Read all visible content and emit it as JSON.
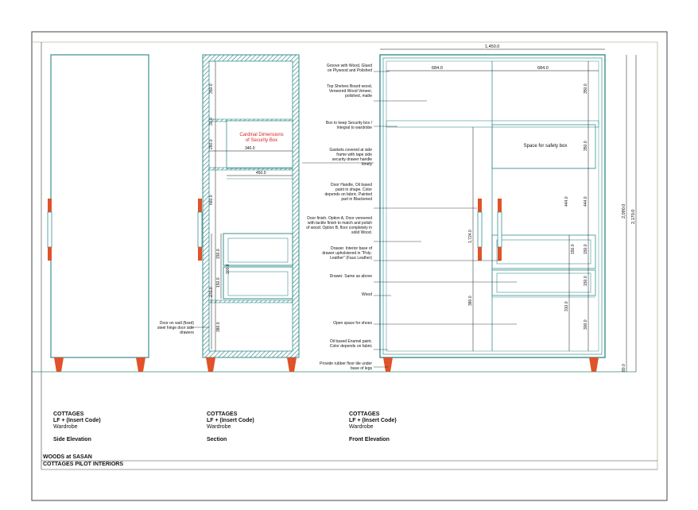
{
  "colors": {
    "outline": "#3a8f8f",
    "accent_red": "#dd2222",
    "leg": "#e0522a",
    "border": "#444444",
    "groundline": "#2f8f6f"
  },
  "project": {
    "line1": "WOODS at SASAN",
    "line2": "COTTAGES PILOT INTERIORS"
  },
  "views": [
    {
      "code": "COTTAGES",
      "lf": "LF + (Insert Code)",
      "item": "Wardrobe",
      "view": "Side Elevation"
    },
    {
      "code": "COTTAGES",
      "lf": "LF + (Insert Code)",
      "item": "Wardrobe",
      "view": "Section"
    },
    {
      "code": "COTTAGES",
      "lf": "LF + (Insert Code)",
      "item": "Wardrobe",
      "view": "Front Elevation"
    }
  ],
  "section": {
    "red_note": "Cardinal Dimensions of Security Box",
    "dims": {
      "top_shelf": "350.0",
      "gap": "30.0",
      "box_h": "290.0",
      "box_w": "340.0",
      "inner_w": "450.0",
      "mid": "660.0",
      "drawer1": "150.0",
      "drawer2": "150.0",
      "drawer_stack": "270.0",
      "lower": "380.0",
      "lower2": "300.0"
    },
    "left_note": "Door on wall (fixed) steel hinge door side drawers"
  },
  "front": {
    "dims": {
      "overall_w": "1,450.0",
      "half_left": "684.0",
      "half_right": "684.0",
      "overall_h": "2,090.0",
      "total_h": "2,170.0",
      "legs": "80.0",
      "inner_h": "1,724.0",
      "lower_h": "380.0",
      "r1": "350.0",
      "r2": "350.0",
      "r3": "444.0",
      "r4": "444.0",
      "r5": "150.0",
      "r6": "150.0",
      "r7": "150.0",
      "r8": "310.0",
      "r9": "300.0"
    },
    "security_note": "Space for safety box"
  },
  "annotations": [
    "Groove with Wood, Glued on Plywood and Polished",
    "Top Shelves Board wood, Veneered Wood Veneer, polished, matte",
    "Box to keep Security box / Integral to wardrobe",
    "Gaskets covered at side frame with tape side security drawer handle timely",
    "Door Handle, Oil based paint in shape. Color depends on fabric. Painted part in Blackened",
    "Door finish. Option A, Door veneered with tactile finish to match and polish of wood; Option B, floor completely in solid Wood.",
    "Drawer. Interior base of drawer upholstered in \"Poly-Leather\" (Faux Leather)",
    "Drawer. Same as above",
    "Wood",
    "Open space for shoes",
    "Oil based Enamel paint. Color depends on fabric",
    "Provide rubber floor tile under base of legs"
  ]
}
